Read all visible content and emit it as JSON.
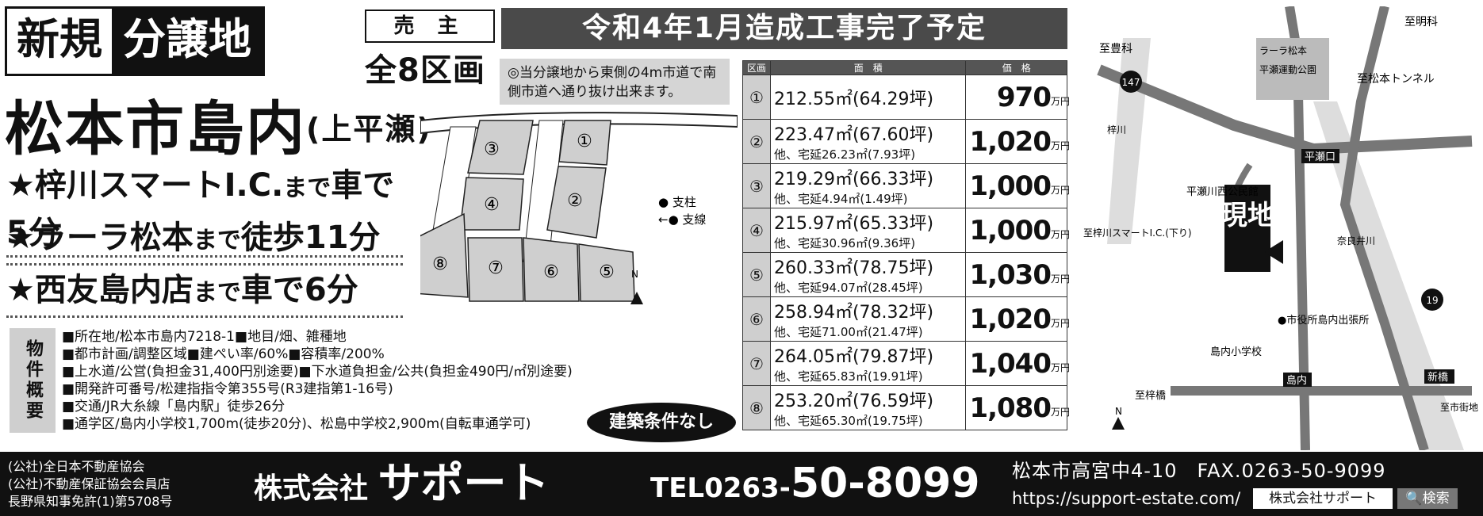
{
  "header": {
    "new_label": "新規",
    "type_label": "分譲地",
    "seller_label": "売 主",
    "lots_label": "全8区画",
    "place_main": "松本市島内",
    "place_sub": "(上平瀬)"
  },
  "features": [
    {
      "star": "★",
      "a": "梓川スマートI.C.",
      "b": "まで",
      "c": "車で5分"
    },
    {
      "star": "★",
      "a": "ラーラ松本",
      "b": "まで",
      "c": "徒歩11分"
    },
    {
      "star": "★",
      "a": "西友島内店",
      "b": "まで",
      "c": "車で6分"
    }
  ],
  "outline": {
    "label": "物件概要",
    "lines": [
      "■所在地/松本市島内7218-1■地目/畑、雑種地",
      "■都市計画/調整区域■建ぺい率/60%■容積率/200%",
      "■上水道/公営(負担金31,400円別途要)■下水道負担金/公共(負担金490円/㎡別途要)",
      "■開発許可番号/松建指指令第355号(R3建指第1-16号)",
      "■交通/JR大糸線「島内駅」徒歩26分",
      "■通学区/島内小学校1,700m(徒歩20分)、松島中学校2,900m(自転車通学可)"
    ]
  },
  "no_condition": "建築条件なし",
  "banner": "令和4年1月造成工事完了予定",
  "note": "◎当分譲地から東側の4m市道で南側市道へ通り抜け出来ます。",
  "plot": {
    "lot_labels": [
      "①",
      "②",
      "③",
      "④",
      "⑤",
      "⑥",
      "⑦",
      "⑧"
    ],
    "legend_pole": "● 支柱",
    "legend_wire": "←● 支線",
    "north": "N"
  },
  "table": {
    "headers": [
      "区画",
      "面　積",
      "価　格"
    ],
    "price_unit": "万円",
    "rows": [
      {
        "no": "①",
        "area": "212.55㎡(64.29坪)",
        "extra": "",
        "price": "970"
      },
      {
        "no": "②",
        "area": "223.47㎡(67.60坪)",
        "extra": "他、宅延26.23㎡(7.93坪)",
        "price": "1,020"
      },
      {
        "no": "③",
        "area": "219.29㎡(66.33坪)",
        "extra": "他、宅延4.94㎡(1.49坪)",
        "price": "1,000"
      },
      {
        "no": "④",
        "area": "215.97㎡(65.33坪)",
        "extra": "他、宅延30.96㎡(9.36坪)",
        "price": "1,000"
      },
      {
        "no": "⑤",
        "area": "260.33㎡(78.75坪)",
        "extra": "他、宅延94.07㎡(28.45坪)",
        "price": "1,030"
      },
      {
        "no": "⑥",
        "area": "258.94㎡(78.32坪)",
        "extra": "他、宅延71.00㎡(21.47坪)",
        "price": "1,020"
      },
      {
        "no": "⑦",
        "area": "264.05㎡(79.87坪)",
        "extra": "他、宅延65.83㎡(19.91坪)",
        "price": "1,040"
      },
      {
        "no": "⑧",
        "area": "253.20㎡(76.59坪)",
        "extra": "他、宅延65.30㎡(19.75坪)",
        "price": "1,080"
      }
    ]
  },
  "map": {
    "to_toyoshina": "至豊科",
    "to_akashina": "至明科",
    "to_tunnel": "至松本トンネル",
    "lala": "ラーラ松本",
    "park": "平瀬運動公園",
    "river_azusa": "梓川",
    "river_narai": "奈良井川",
    "hirase_guchi": "平瀬口",
    "kominkan": "平瀬川西公民館",
    "genchi": "現地",
    "to_smart": "至梓川スマートI.C.(下り)",
    "shiyakusho": "●市役所島内出張所",
    "school": "島内小学校",
    "shimauchi": "島内",
    "to_azusabashi": "至梓橋",
    "shinbashi": "新橋",
    "to_city": "至市街地",
    "route147": "147",
    "route19": "19",
    "north": "N"
  },
  "footer": {
    "assoc": [
      "(公社)全日本不動産協会",
      "(公社)不動産保証協会会員店",
      "長野県知事免許(1)第5708号"
    ],
    "company_prefix": "株式会社",
    "company_name": "サポート",
    "tel_prefix": "TEL0263-",
    "tel_number": "50-8099",
    "address": "松本市高宮中4-10　FAX.0263-50-9099",
    "url": "https://support-estate.com/",
    "search_box": "株式会社サポート",
    "search_button": "🔍検索"
  }
}
